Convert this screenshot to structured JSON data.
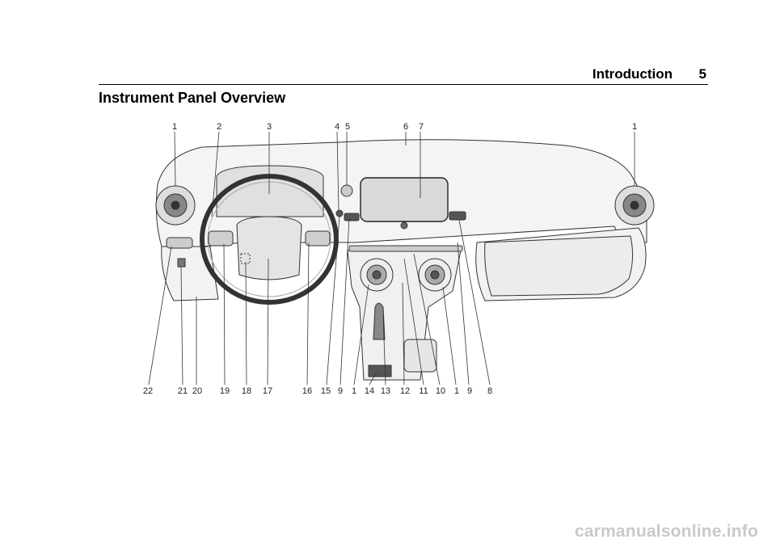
{
  "header": {
    "section": "Introduction",
    "page_number": "5"
  },
  "page_title": "Instrument Panel Overview",
  "figure": {
    "top_callouts": [
      "1",
      "2",
      "3",
      "4",
      "5",
      "6",
      "7",
      "1"
    ],
    "bottom_callouts": [
      "22",
      "21",
      "20",
      "19",
      "18",
      "17",
      "16",
      "15",
      "9",
      "1",
      "14",
      "13",
      "12",
      "11",
      "10",
      "1",
      "9",
      "8"
    ]
  },
  "watermark": "carmanualsonline.info"
}
